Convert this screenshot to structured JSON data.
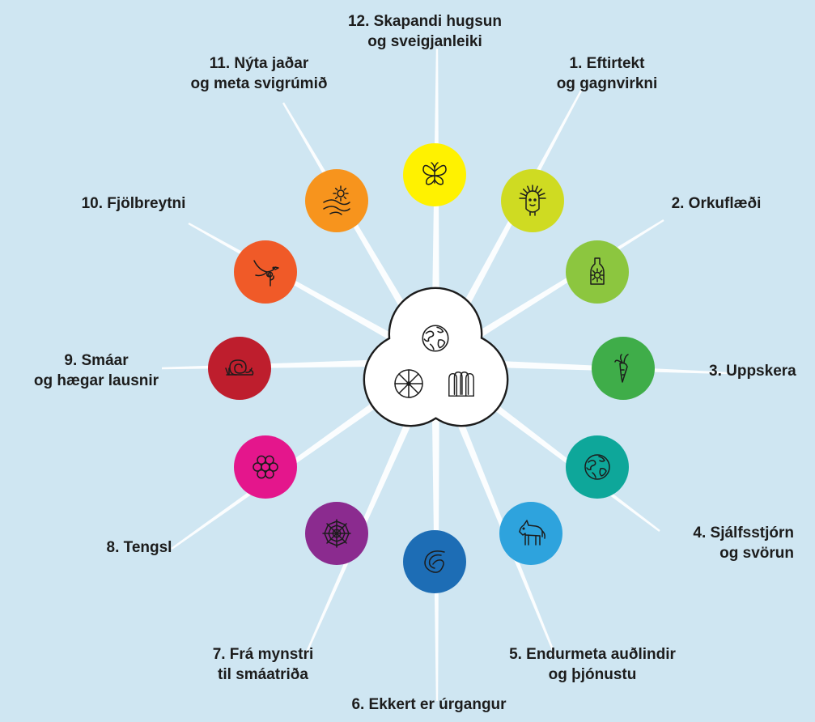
{
  "center": {
    "icons": [
      "globe-icon",
      "wheel-icon",
      "people-group-icon"
    ],
    "fill": "#ffffff",
    "stroke": "#1c1c1c"
  },
  "principles": [
    {
      "n": 1,
      "line1": "1. Eftirtekt",
      "line2": "og gagnvirkni",
      "color": "#cfdb22",
      "icon": "face-with-leaves-icon"
    },
    {
      "n": 2,
      "line1": "2. Orkuflæði",
      "line2": "",
      "color": "#8cc63f",
      "icon": "bottle-sun-icon"
    },
    {
      "n": 3,
      "line1": "3. Uppskera",
      "line2": "",
      "color": "#3fad49",
      "icon": "carrot-icon"
    },
    {
      "n": 4,
      "line1": "4. Sjálfsstjórn",
      "line2": "og svörun",
      "color": "#0ea79a",
      "icon": "globe-icon"
    },
    {
      "n": 5,
      "line1": "5. Endurmeta auðlindir",
      "line2": "og þjónustu",
      "color": "#2ea3dd",
      "icon": "horse-icon"
    },
    {
      "n": 6,
      "line1": "6. Ekkert er úrgangur",
      "line2": "",
      "color": "#1d6db5",
      "icon": "earthworm-icon"
    },
    {
      "n": 7,
      "line1": "7. Frá mynstri",
      "line2": "til smáatriða",
      "color": "#8b2b8f",
      "icon": "spiderweb-icon"
    },
    {
      "n": 8,
      "line1": "8. Tengsl",
      "line2": "",
      "color": "#e4168c",
      "icon": "flower-circles-icon"
    },
    {
      "n": 9,
      "line1": "9. Smáar",
      "line2": "og hægar lausnir",
      "color": "#be1e2d",
      "icon": "snail-icon"
    },
    {
      "n": 10,
      "line1": "10. Fjölbreytni",
      "line2": "",
      "color": "#f05a28",
      "icon": "bird-flower-icon"
    },
    {
      "n": 11,
      "line1": "11. Nýta jaðar",
      "line2": "og meta svigrúmið",
      "color": "#f7941d",
      "icon": "sun-river-icon"
    },
    {
      "n": 12,
      "line1": "12. Skapandi hugsun",
      "line2": "og sveigjanleiki",
      "color": "#fff200",
      "icon": "butterfly-icon"
    }
  ]
}
